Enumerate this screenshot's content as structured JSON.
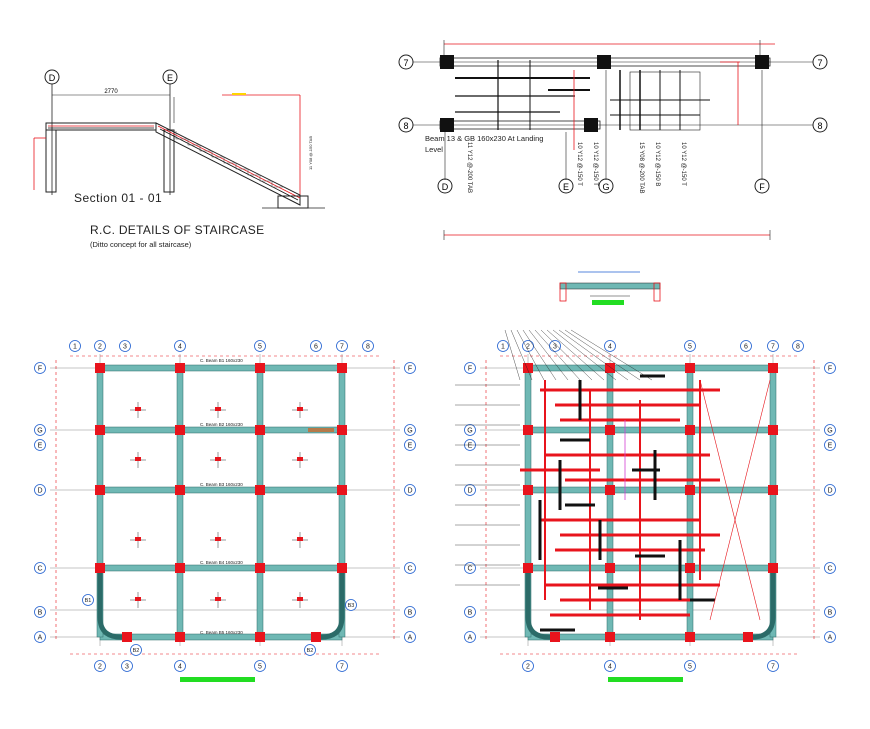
{
  "section": {
    "title": "Section 01 - 01",
    "dimension": "2770",
    "grid_left": "D",
    "grid_right": "E"
  },
  "staircase": {
    "title": "R.C. DETAILS OF STAIRCASE",
    "subtitle": "(Ditto concept for all staircase)"
  },
  "landing": {
    "grids_top": [
      "7",
      "7"
    ],
    "grids_bottom": [
      "8",
      "8"
    ],
    "grids_lower": [
      "D",
      "E",
      "G",
      "F"
    ],
    "beam_note": [
      "Beam 13 & GB 160x230 At Landing",
      "Level"
    ],
    "bar_labels": [
      "11 Y12 @-200 TAB",
      "10 Y12 @-150 T",
      "10 Y12 @-150 T",
      "15 Y08 @-200 TAB",
      "10 Y12 @-150 B",
      "10 Y12 @-150 T"
    ]
  },
  "plan_left": {
    "top_grids": [
      "1",
      "2",
      "3",
      "4",
      "5",
      "6",
      "7",
      "8"
    ],
    "bottom_grids": [
      "2",
      "3",
      "4",
      "5",
      "7"
    ],
    "side_grids": [
      "F",
      "G",
      "E",
      "D",
      "C",
      "B",
      "A"
    ],
    "beam_labels": [
      "C. Beam B1 160x230",
      "C. Beam B2 160x230",
      "C. Beam B3 160x230",
      "C. Beam B4 160x230",
      "C. Beam B5 160x230"
    ],
    "circle_labels": [
      "B1",
      "B2",
      "B3",
      "B2"
    ]
  },
  "plan_right": {
    "top_grids": [
      "1",
      "2",
      "3",
      "4",
      "5",
      "6",
      "7",
      "8"
    ],
    "bottom_grids": [
      "2",
      "4",
      "5",
      "7"
    ],
    "side_grids": [
      "F",
      "G",
      "E",
      "D",
      "C",
      "B",
      "A"
    ]
  },
  "colors": {
    "red": "#e8141c",
    "blue": "#1f5fd0",
    "teal": "#6fb8b4",
    "green": "#22dd22",
    "black": "#111111"
  }
}
